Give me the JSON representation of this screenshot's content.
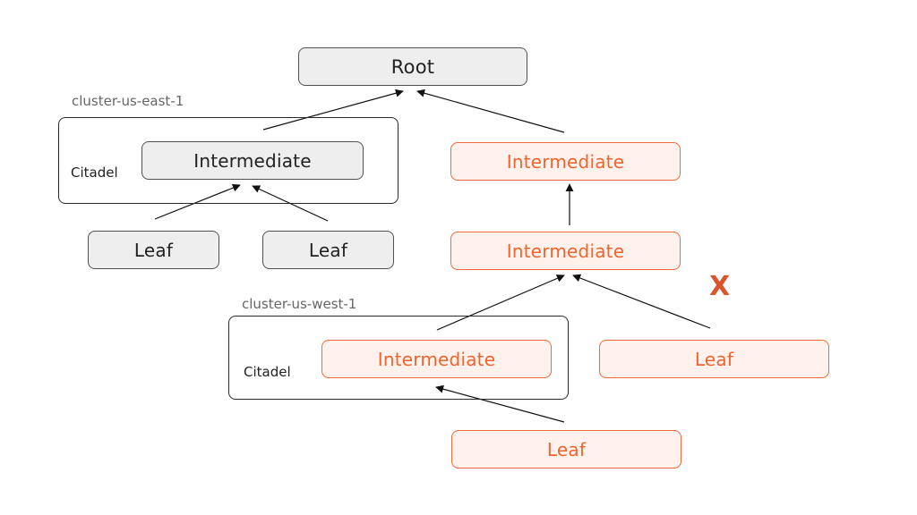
{
  "labels": {
    "root": "Root",
    "intermediate": "Intermediate",
    "leaf": "Leaf",
    "citadel": "Citadel",
    "cluster_east": "cluster-us-east-1",
    "cluster_west": "cluster-us-west-1",
    "broken_mark": "X"
  },
  "colors": {
    "trusted_fill": "#eeeeee",
    "trusted_border": "#505050",
    "untrusted_text": "#f0642f",
    "untrusted_fill": "#fff1eb",
    "arrow": "#111111",
    "x_mark": "#d9552c"
  }
}
